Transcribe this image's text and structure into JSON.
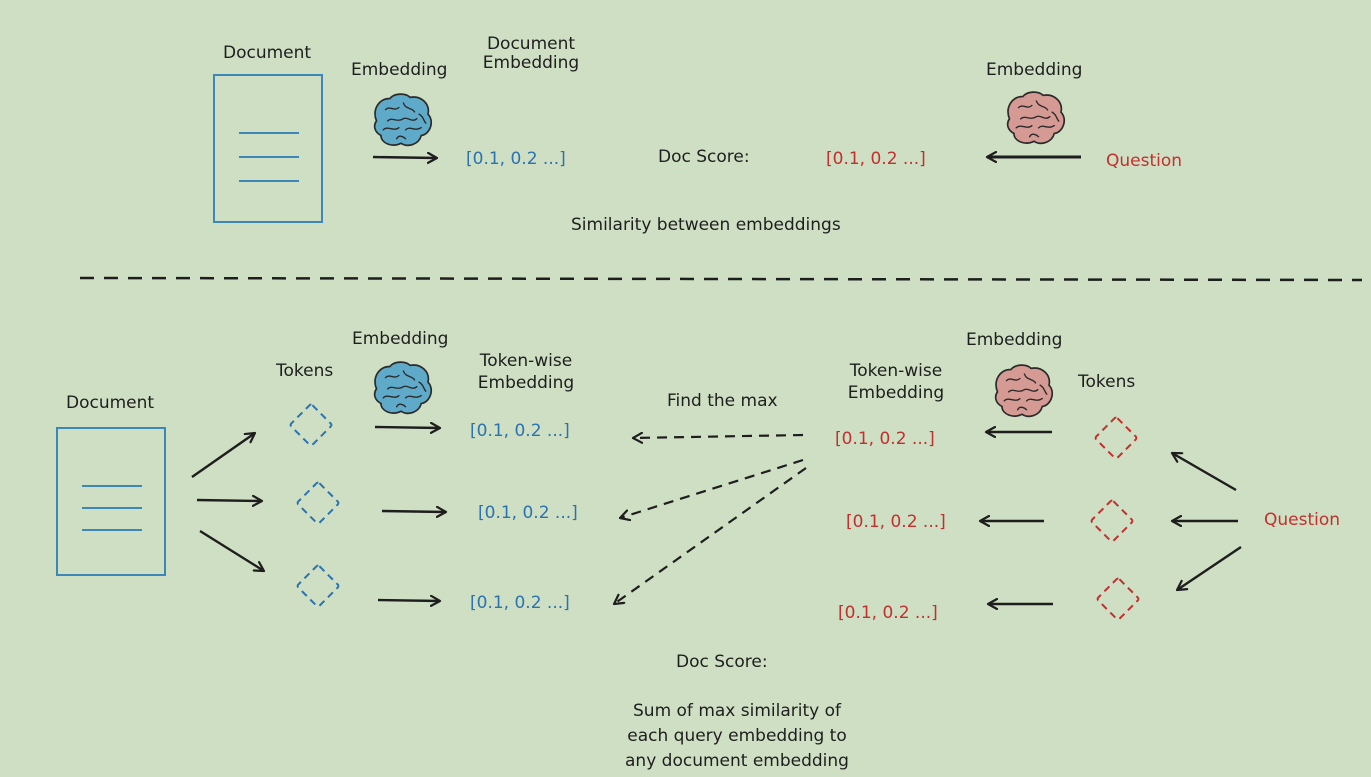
{
  "top": {
    "document_label": "Document",
    "embedding_label_left": "Embedding",
    "doc_embedding_label_line1": "Document",
    "doc_embedding_label_line2": "Embedding",
    "doc_vector": "[0.1, 0.2 ...]",
    "doc_score_label": "Doc Score:",
    "question_vector": "[0.1, 0.2 ...]",
    "embedding_label_right": "Embedding",
    "question_label": "Question",
    "similarity_text": "Similarity between embeddings"
  },
  "bottom": {
    "document_label": "Document",
    "tokens_label_left": "Tokens",
    "embedding_label_left": "Embedding",
    "tokenwise_label_left_line1": "Token-wise",
    "tokenwise_label_left_line2": "Embedding",
    "doc_vectors": [
      "[0.1, 0.2 ...]",
      "[0.1, 0.2 ...]",
      "[0.1, 0.2 ...]"
    ],
    "find_max_label": "Find the max",
    "tokenwise_label_right_line1": "Token-wise",
    "tokenwise_label_right_line2": "Embedding",
    "embedding_label_right": "Embedding",
    "tokens_label_right": "Tokens",
    "query_vectors": [
      "[0.1, 0.2 ...]",
      "[0.1, 0.2 ...]",
      "[0.1, 0.2 ...]"
    ],
    "question_label": "Question",
    "doc_score_label": "Doc Score:",
    "score_text_line1": "Sum of max similarity of",
    "score_text_line2": "each query embedding to",
    "score_text_line3": "any document embedding"
  },
  "colors": {
    "background": "#cfdfc4",
    "document_blue": "#3d86b8",
    "query_red": "#c1302f",
    "brain_blue": "#5fa9c9",
    "brain_pink": "#d49a93"
  },
  "icons": [
    "document-icon",
    "brain-icon",
    "token-diamond-icon",
    "arrow-icon"
  ]
}
